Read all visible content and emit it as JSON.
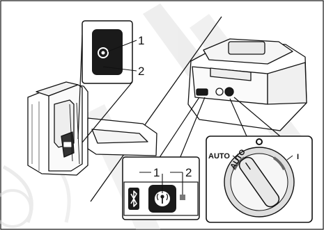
{
  "callouts": {
    "top_inset": [
      "1",
      "2"
    ],
    "bottom_inset": [
      "1",
      "2"
    ]
  },
  "dial": {
    "off_label": "O",
    "auto_label": "AUTO",
    "on_label": "I",
    "knob_label": "AUTO"
  },
  "icons": [
    "bluetooth-icon",
    "wireless-signal-icon"
  ],
  "colors": {
    "line": "#111111",
    "panel_fill": "#ffffff",
    "button_fill": "#1a1a1a",
    "watermark": "#d9d9d9"
  }
}
